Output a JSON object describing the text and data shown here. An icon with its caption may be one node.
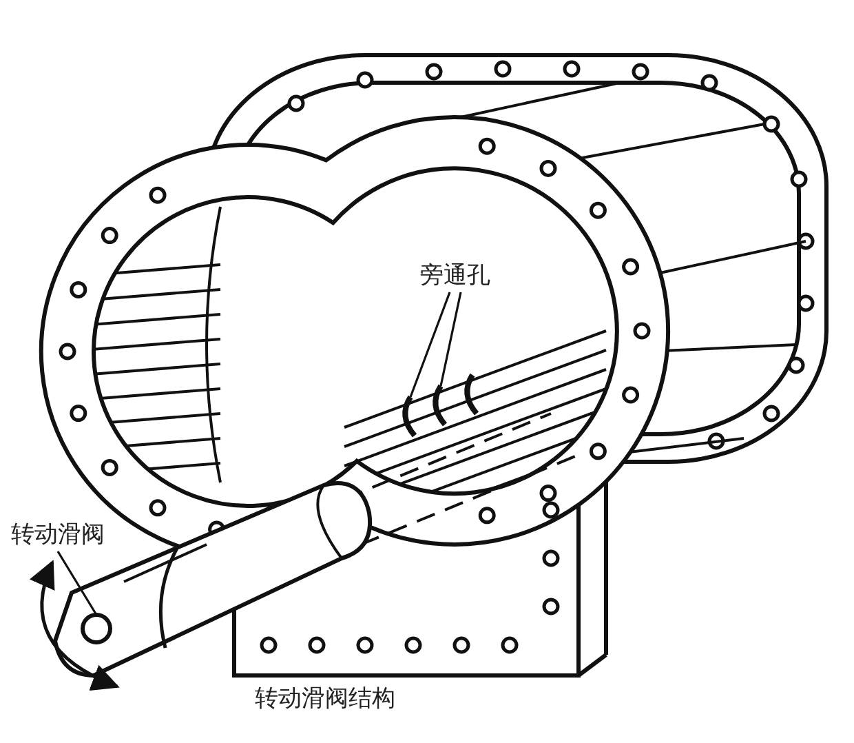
{
  "diagram": {
    "caption": "转动滑阀结构",
    "nodes": [
      {
        "text": [
          "旁通孔"
        ]
      },
      {
        "text": [],
        "shape": "slot"
      },
      {
        "text": [],
        "shape": "slot"
      },
      {
        "text": [
          "转动滑阀"
        ]
      },
      {
        "text": [],
        "shape": "circle"
      }
    ],
    "edges": [
      {
        "from": 0,
        "to": 1,
        "arrow": "none"
      },
      {
        "from": 0,
        "to": 2,
        "arrow": "none"
      },
      {
        "from": 3,
        "to": 4,
        "arrow": "none"
      }
    ]
  }
}
